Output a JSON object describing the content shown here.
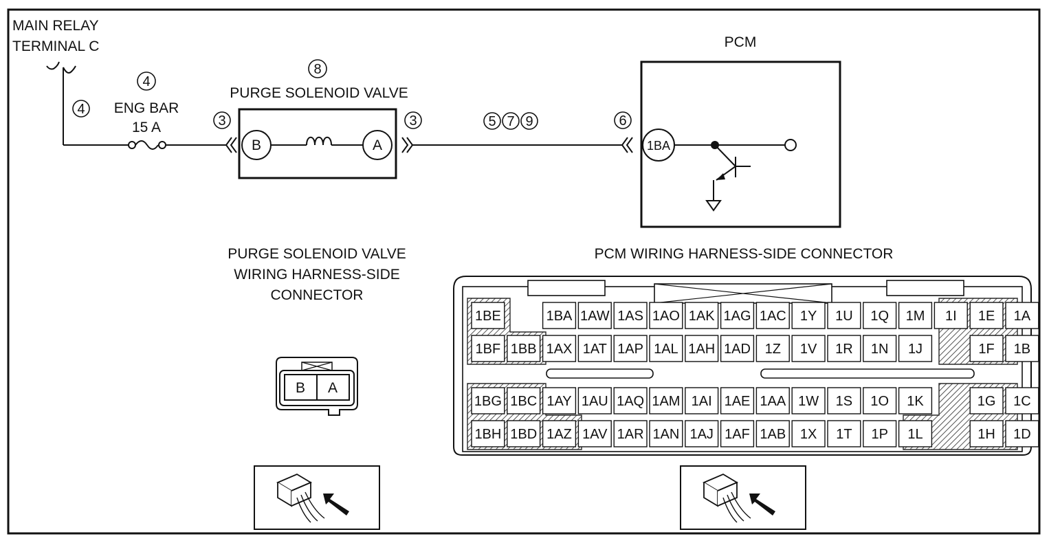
{
  "colors": {
    "ink": "#111111",
    "background": "#ffffff"
  },
  "schematic": {
    "main_relay_line1": "MAIN RELAY",
    "main_relay_line2": "TERMINAL C",
    "wire_ref_left": "4",
    "fuse_ref": "4",
    "fuse_name": "ENG BAR",
    "fuse_rating": "15 A",
    "valve_ref": "8",
    "valve_title": "PURGE SOLENOID VALVE",
    "valve_conn_left_ref": "3",
    "valve_conn_right_ref": "3",
    "valve_terminal_b": "B",
    "valve_terminal_a": "A",
    "wire_refs_mid": [
      "5",
      "7",
      "9"
    ],
    "pcm_conn_ref": "6",
    "pcm_title": "PCM",
    "pcm_terminal": "1BA"
  },
  "valve_connector": {
    "title_lines": [
      "PURGE SOLENOID VALVE",
      "WIRING HARNESS-SIDE",
      "CONNECTOR"
    ],
    "pins": [
      "B",
      "A"
    ],
    "view_icon": "harness-connector-view-icon"
  },
  "pcm_connector": {
    "title": "PCM WIRING HARNESS-SIDE CONNECTOR",
    "upper_rows": [
      [
        "1BE",
        "",
        "1BA",
        "1AW",
        "1AS",
        "1AO",
        "1AK",
        "1AG",
        "1AC",
        "1Y",
        "1U",
        "1Q",
        "1M",
        "1I",
        "1E",
        "1A"
      ],
      [
        "1BF",
        "1BB",
        "1AX",
        "1AT",
        "1AP",
        "1AL",
        "1AH",
        "1AD",
        "1Z",
        "1V",
        "1R",
        "1N",
        "1J",
        "1F",
        "1B"
      ]
    ],
    "lower_rows": [
      [
        "1BG",
        "1BC",
        "1AY",
        "1AU",
        "1AQ",
        "1AM",
        "1AI",
        "1AE",
        "1AA",
        "1W",
        "1S",
        "1O",
        "1K",
        "1G",
        "1C"
      ],
      [
        "1BH",
        "1BD",
        "1AZ",
        "1AV",
        "1AR",
        "1AN",
        "1AJ",
        "1AF",
        "1AB",
        "1X",
        "1T",
        "1P",
        "1L",
        "1H",
        "1D"
      ]
    ],
    "view_icon": "harness-connector-view-icon"
  }
}
